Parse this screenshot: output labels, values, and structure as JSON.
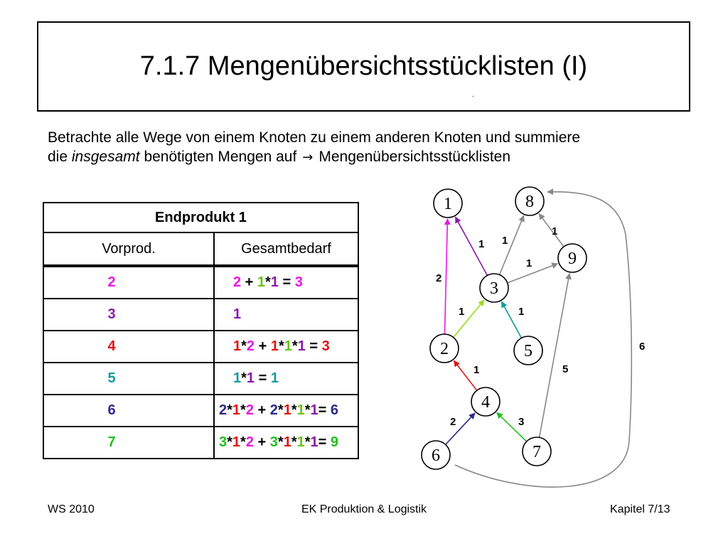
{
  "slide": {
    "title": "7.1.7 Mengenübersichtsstücklisten (I)",
    "title_dot": ".",
    "intro_line1": "Betrachte alle Wege von einem Knoten zu einem anderen Knoten und summiere",
    "intro_line2_prefix": "die",
    "intro_line2_italic": "insgesamt",
    "intro_line2_middle": "benötigten Mengen auf",
    "intro_arrow": "→",
    "intro_line2_suffix": "Mengenübersichtsstücklisten"
  },
  "table": {
    "header": "Endprodukt 1",
    "col_vorprod": "Vorprod.",
    "col_gesamtbedarf": "Gesamtbedarf",
    "rows": [
      {
        "vorprod": "2",
        "color": "#e619e6",
        "formula": [
          [
            "2",
            "#e619e6"
          ],
          [
            " + ",
            "#000000"
          ],
          [
            "1",
            "#6ac21a"
          ],
          [
            "*",
            "#000000"
          ],
          [
            "1",
            "#8a1aa8"
          ],
          [
            " = ",
            "#000000"
          ],
          [
            "3",
            "#e619e6"
          ]
        ]
      },
      {
        "vorprod": "3",
        "color": "#8a1aa8",
        "formula": [
          [
            "1",
            "#8a1aa8"
          ]
        ]
      },
      {
        "vorprod": "4",
        "color": "#e01515",
        "formula": [
          [
            "1",
            "#e01515"
          ],
          [
            "*",
            "#000000"
          ],
          [
            "2",
            "#e619e6"
          ],
          [
            " + ",
            "#000000"
          ],
          [
            "1",
            "#e01515"
          ],
          [
            "*",
            "#000000"
          ],
          [
            "1",
            "#6ac21a"
          ],
          [
            "*",
            "#000000"
          ],
          [
            "1",
            "#8a1aa8"
          ],
          [
            " = ",
            "#000000"
          ],
          [
            "3",
            "#e01515"
          ]
        ]
      },
      {
        "vorprod": "5",
        "color": "#159a9a",
        "formula": [
          [
            "1",
            "#159a9a"
          ],
          [
            "*",
            "#000000"
          ],
          [
            "1",
            "#8a1aa8"
          ],
          [
            " = ",
            "#000000"
          ],
          [
            "1",
            "#159a9a"
          ]
        ]
      },
      {
        "vorprod": "6",
        "color": "#2a2a8c",
        "formula": [
          [
            "2",
            "#2a2a8c"
          ],
          [
            "*",
            "#000000"
          ],
          [
            "1",
            "#e01515"
          ],
          [
            "*",
            "#000000"
          ],
          [
            "2",
            "#e619e6"
          ],
          [
            " + ",
            "#000000"
          ],
          [
            "2",
            "#2a2a8c"
          ],
          [
            "*",
            "#000000"
          ],
          [
            "1",
            "#e01515"
          ],
          [
            "*",
            "#000000"
          ],
          [
            "1",
            "#6ac21a"
          ],
          [
            "*",
            "#000000"
          ],
          [
            "1",
            "#8a1aa8"
          ],
          [
            "= ",
            "#000000"
          ],
          [
            "6",
            "#2a2a8c"
          ]
        ]
      },
      {
        "vorprod": "7",
        "color": "#20c020",
        "formula": [
          [
            "3",
            "#20c020"
          ],
          [
            "*",
            "#000000"
          ],
          [
            "1",
            "#e01515"
          ],
          [
            "*",
            "#000000"
          ],
          [
            "2",
            "#e619e6"
          ],
          [
            " + ",
            "#000000"
          ],
          [
            "3",
            "#20c020"
          ],
          [
            "*",
            "#000000"
          ],
          [
            "1",
            "#e01515"
          ],
          [
            "*",
            "#000000"
          ],
          [
            "1",
            "#6ac21a"
          ],
          [
            "*",
            "#000000"
          ],
          [
            "1",
            "#8a1aa8"
          ],
          [
            "= ",
            "#000000"
          ],
          [
            "9",
            "#20c020"
          ]
        ]
      }
    ]
  },
  "graph": {
    "nodes": [
      "1",
      "2",
      "3",
      "4",
      "5",
      "6",
      "7",
      "8",
      "9"
    ],
    "edges": [
      {
        "from": "2",
        "to": "1",
        "label": "2",
        "color": "#e619e6"
      },
      {
        "from": "3",
        "to": "1",
        "label": "1",
        "color": "#8a1aa8"
      },
      {
        "from": "3",
        "to": "8",
        "label": "1",
        "color": "#888888"
      },
      {
        "from": "3",
        "to": "9",
        "label": "1",
        "color": "#888888"
      },
      {
        "from": "9",
        "to": "8",
        "label": "1",
        "color": "#888888"
      },
      {
        "from": "2",
        "to": "3",
        "label": "1",
        "color": "#99dd22"
      },
      {
        "from": "5",
        "to": "3",
        "label": "1",
        "color": "#159a9a"
      },
      {
        "from": "4",
        "to": "2",
        "label": "1",
        "color": "#e01515"
      },
      {
        "from": "6",
        "to": "4",
        "label": "2",
        "color": "#2a2a8c"
      },
      {
        "from": "7",
        "to": "4",
        "label": "3",
        "color": "#20c020"
      },
      {
        "from": "7",
        "to": "9",
        "label": "5",
        "color": "#888888"
      },
      {
        "from": "6",
        "to": "8",
        "label": "6",
        "color": "#888888"
      }
    ]
  },
  "footer": {
    "left": "WS 2010",
    "center": "EK Produktion & Logistik",
    "right": "Kapitel 7/13"
  }
}
